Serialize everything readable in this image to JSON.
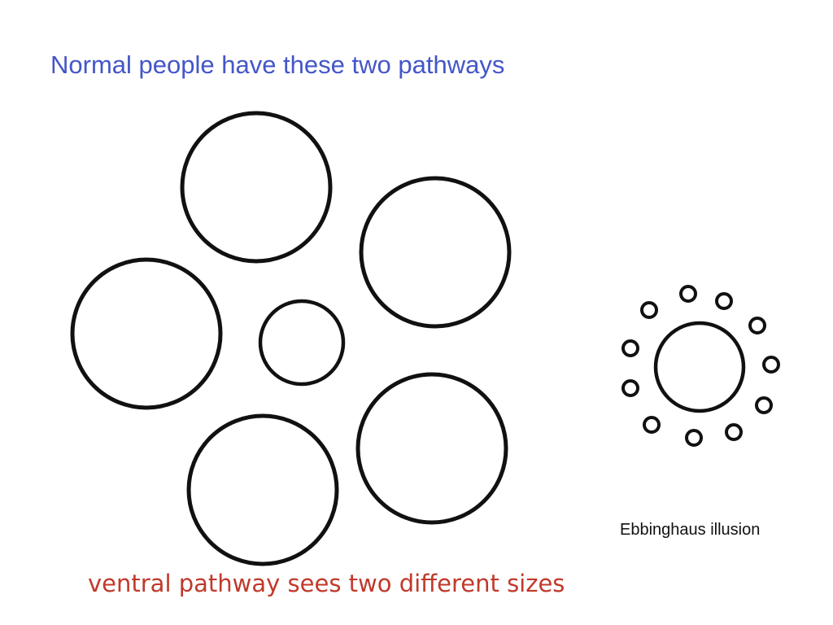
{
  "slide": {
    "title": "Normal people have these two pathways",
    "illusion_caption": "Ebbinghaus illusion",
    "ventral_caption": "ventral pathway sees two different sizes"
  },
  "colors": {
    "title": "#4456c8",
    "ventral_caption": "#c0392b",
    "stroke": "#111111"
  }
}
